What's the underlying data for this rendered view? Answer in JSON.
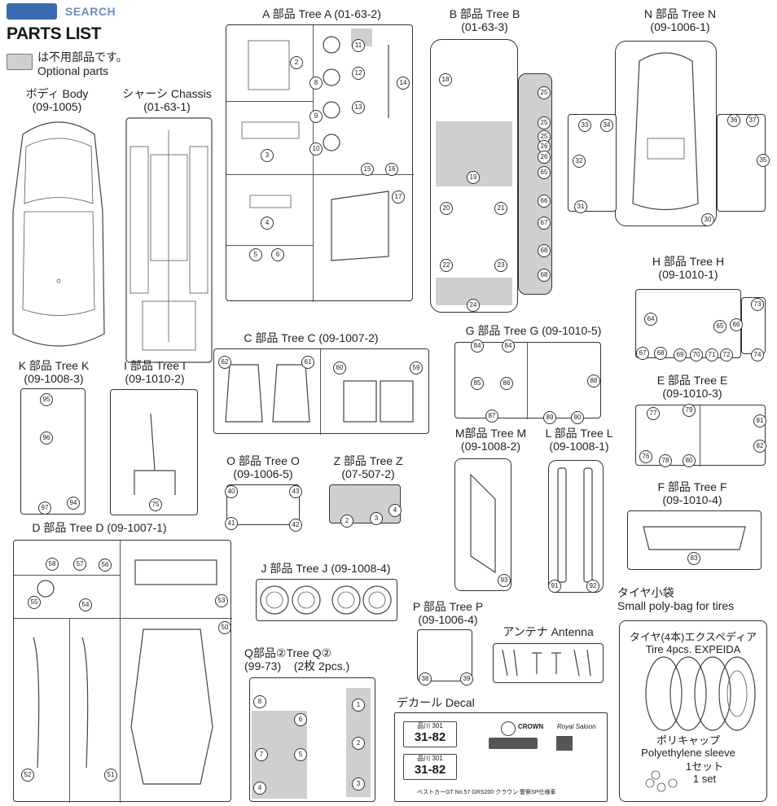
{
  "header": {
    "logo": "SEARCH",
    "title": "PARTS LIST",
    "legend_jp": "は不用部品です。",
    "legend_en": "Optional parts",
    "legend_color": "#cfcfcf"
  },
  "labels": {
    "body": [
      "ボディ Body",
      "(09-1005)"
    ],
    "chassis": [
      "シャーシ Chassis",
      "(01-63-1)"
    ],
    "treeA": [
      "A 部品 Tree A (01-63-2)"
    ],
    "treeB": [
      "B 部品 Tree B",
      "(01-63-3)"
    ],
    "treeN": [
      "N 部品 Tree N",
      "(09-1006-1)"
    ],
    "treeH": [
      "H 部品 Tree H",
      "(09-1010-1)"
    ],
    "treeC": [
      "C 部品 Tree C (09-1007-2)"
    ],
    "treeG": [
      "G 部品 Tree G (09-1010-5)"
    ],
    "treeK": [
      "K 部品 Tree K",
      "(09-1008-3)"
    ],
    "treeI": [
      "I 部品 Tree I",
      "(09-1010-2)"
    ],
    "treeE": [
      "E 部品 Tree E",
      "(09-1010-3)"
    ],
    "treeM": [
      "M部品 Tree M",
      "(09-1008-2)"
    ],
    "treeL": [
      "L 部品 Tree L",
      "(09-1008-1)"
    ],
    "treeO": [
      "O 部品 Tree O",
      "(09-1006-5)"
    ],
    "treeZ": [
      "Z 部品 Tree Z",
      "(07-507-2)"
    ],
    "treeF": [
      "F 部品 Tree F",
      "(09-1010-4)"
    ],
    "treeD": [
      "D 部品 Tree D (09-1007-1)"
    ],
    "treeJ": [
      "J 部品 Tree J (09-1008-4)"
    ],
    "treeP": [
      "P 部品 Tree P",
      "(09-1006-4)"
    ],
    "antenna": [
      "アンテナ Antenna"
    ],
    "tirebag": [
      "タイヤ小袋",
      "Small poly-bag for tires"
    ],
    "treeQ": [
      "Q部品②Tree Q②",
      "(99-73)",
      "(2枚 2pcs.)"
    ],
    "decal": [
      "デカール Decal"
    ],
    "tires": [
      "タイヤ(4本)エクスペディア",
      "Tire 4pcs. EXPEIDA"
    ],
    "sleeve": [
      "ポリキャップ",
      "Polyethylene sleeve",
      "1セット",
      "1 set"
    ]
  },
  "decal_text": {
    "plate_top": "品川 301",
    "plate_num": "31-82",
    "crown": "CROWN",
    "royal": "Royal Saloon",
    "footer": "ベストカーGT No.57 GRS200 クラウン 警察SP仕様車"
  },
  "parts": {
    "A": [
      "2",
      "8",
      "9",
      "10",
      "11",
      "12",
      "13",
      "14",
      "3",
      "15",
      "16",
      "4",
      "17",
      "5",
      "6"
    ],
    "B": [
      "18",
      "19",
      "20",
      "21",
      "22",
      "23",
      "24",
      "25",
      "25",
      "25",
      "26",
      "26",
      "65",
      "66",
      "67",
      "68",
      "68"
    ],
    "N": [
      "33",
      "34",
      "32",
      "31",
      "36",
      "37",
      "35",
      "30"
    ],
    "H": [
      "64",
      "65",
      "66",
      "73",
      "74",
      "67",
      "68",
      "69",
      "70",
      "71",
      "72"
    ],
    "C": [
      "62",
      "61",
      "60",
      "59"
    ],
    "G": [
      "84",
      "84",
      "85",
      "86",
      "87",
      "88",
      "89",
      "90"
    ],
    "K": [
      "95",
      "96",
      "97",
      "94"
    ],
    "I": [
      "75"
    ],
    "E": [
      "77",
      "79",
      "81",
      "76",
      "78",
      "80",
      "82"
    ],
    "M": [
      "93"
    ],
    "L": [
      "91",
      "92"
    ],
    "O": [
      "40",
      "43",
      "41",
      "42"
    ],
    "Z": [
      "2",
      "3",
      "4"
    ],
    "F": [
      "83"
    ],
    "D": [
      "58",
      "57",
      "56",
      "55",
      "54",
      "53",
      "50",
      "52",
      "51"
    ],
    "P": [
      "38",
      "39"
    ],
    "Q": [
      "8",
      "6",
      "7",
      "5",
      "4",
      "1",
      "2",
      "3"
    ]
  }
}
